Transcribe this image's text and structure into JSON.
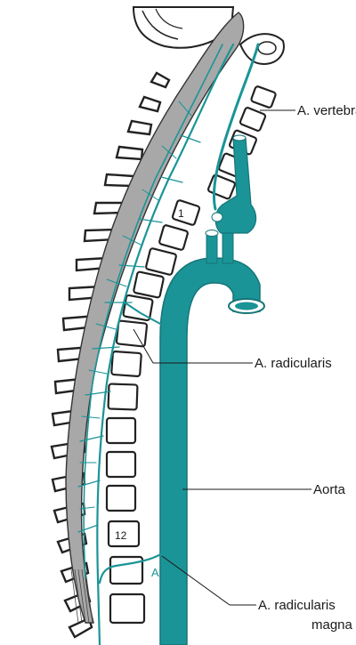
{
  "labels": {
    "vertebral": "A. vertebralis",
    "radicular": "A. radicularis",
    "aorta": "Aorta",
    "magna_line1": "A. radicularis",
    "magna_line2": "magna",
    "vertebra_first": "1",
    "vertebra_twelfth": "12",
    "adamkiewicz_marker": "A"
  },
  "colors": {
    "artery": "#1b9497",
    "cord": "#a8a8a8",
    "bone_outline": "#222222"
  }
}
